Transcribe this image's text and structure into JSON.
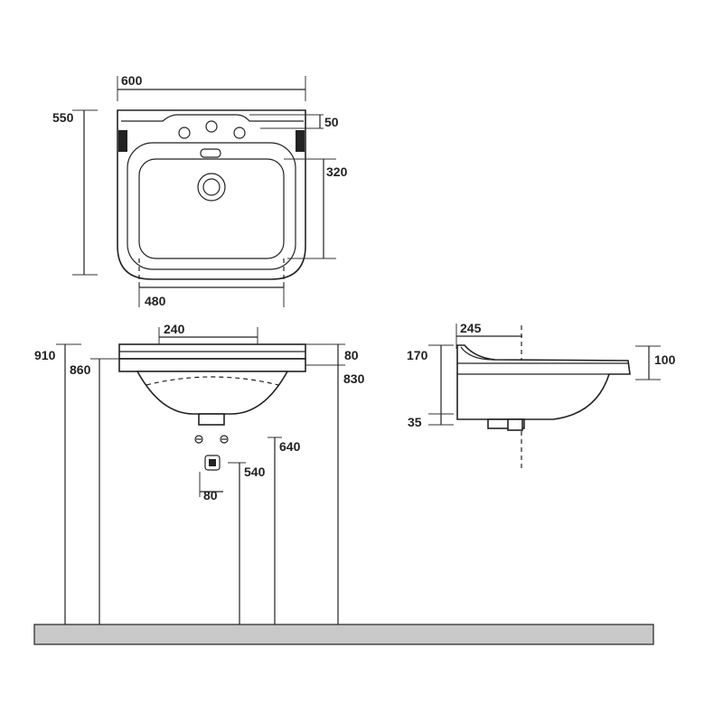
{
  "top_view": {
    "width_total": "600",
    "depth_total": "550",
    "tap_deck_depth": "50",
    "bowl_depth": "320",
    "bowl_width": "480"
  },
  "front_view": {
    "tap_hole_spacing": "240",
    "overall_height": "910",
    "rim_height": "860",
    "right_top_offset": "80",
    "right_height": "830",
    "supply_height": "640",
    "waste_height": "540",
    "waste_width": "80"
  },
  "side_view": {
    "projection": "245",
    "total_height": "170",
    "foot_height": "35",
    "rim_depth": "100"
  }
}
